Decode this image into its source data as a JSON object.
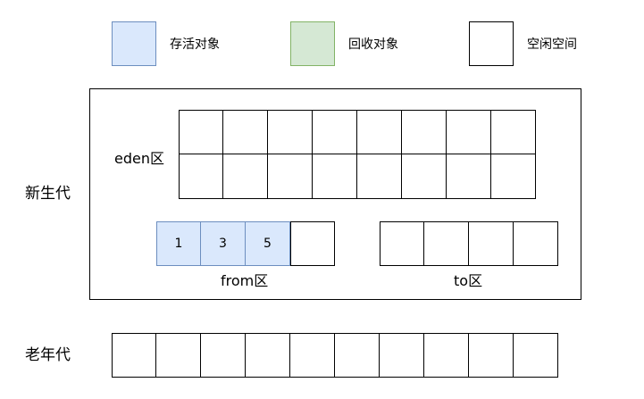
{
  "legend": [
    {
      "label": "存活对象",
      "fill": "#dae8fc",
      "stroke": "#6c8ebf"
    },
    {
      "label": "回收对象",
      "fill": "#d5e8d4",
      "stroke": "#82b366"
    },
    {
      "label": "空闲空间",
      "fill": "#ffffff",
      "stroke": "#000000"
    }
  ],
  "young_generation": {
    "label": "新生代",
    "eden": {
      "label": "eden区",
      "rows": 2,
      "cols": 8
    },
    "from": {
      "label": "from区",
      "cells": [
        "1",
        "3",
        "5",
        ""
      ],
      "live_count": 3
    },
    "to": {
      "label": "to区",
      "cells": [
        "",
        "",
        "",
        ""
      ]
    }
  },
  "old_generation": {
    "label": "老年代",
    "cells": [
      "",
      "",
      "",
      "",
      "",
      "",
      "",
      "",
      "",
      ""
    ]
  }
}
